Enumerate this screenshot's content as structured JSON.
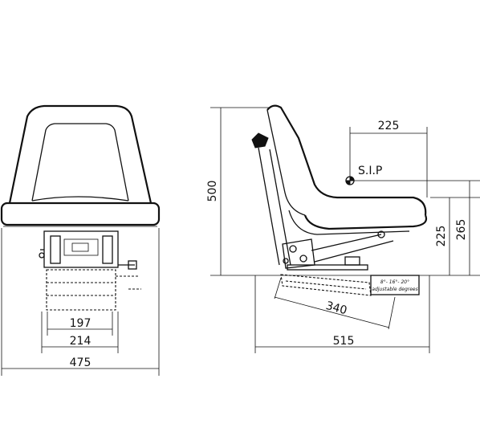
{
  "front_view": {
    "dim_197": "197",
    "dim_214": "214",
    "dim_475": "475"
  },
  "side_view": {
    "dim_225_top": "225",
    "sip_label": "S.I.P",
    "dim_500": "500",
    "dim_225_side": "225",
    "dim_265": "265",
    "dim_340": "340",
    "dim_515": "515",
    "angle_note_line1": "8°- 16°- 20°",
    "angle_note_line2": "adjustable degrees"
  }
}
